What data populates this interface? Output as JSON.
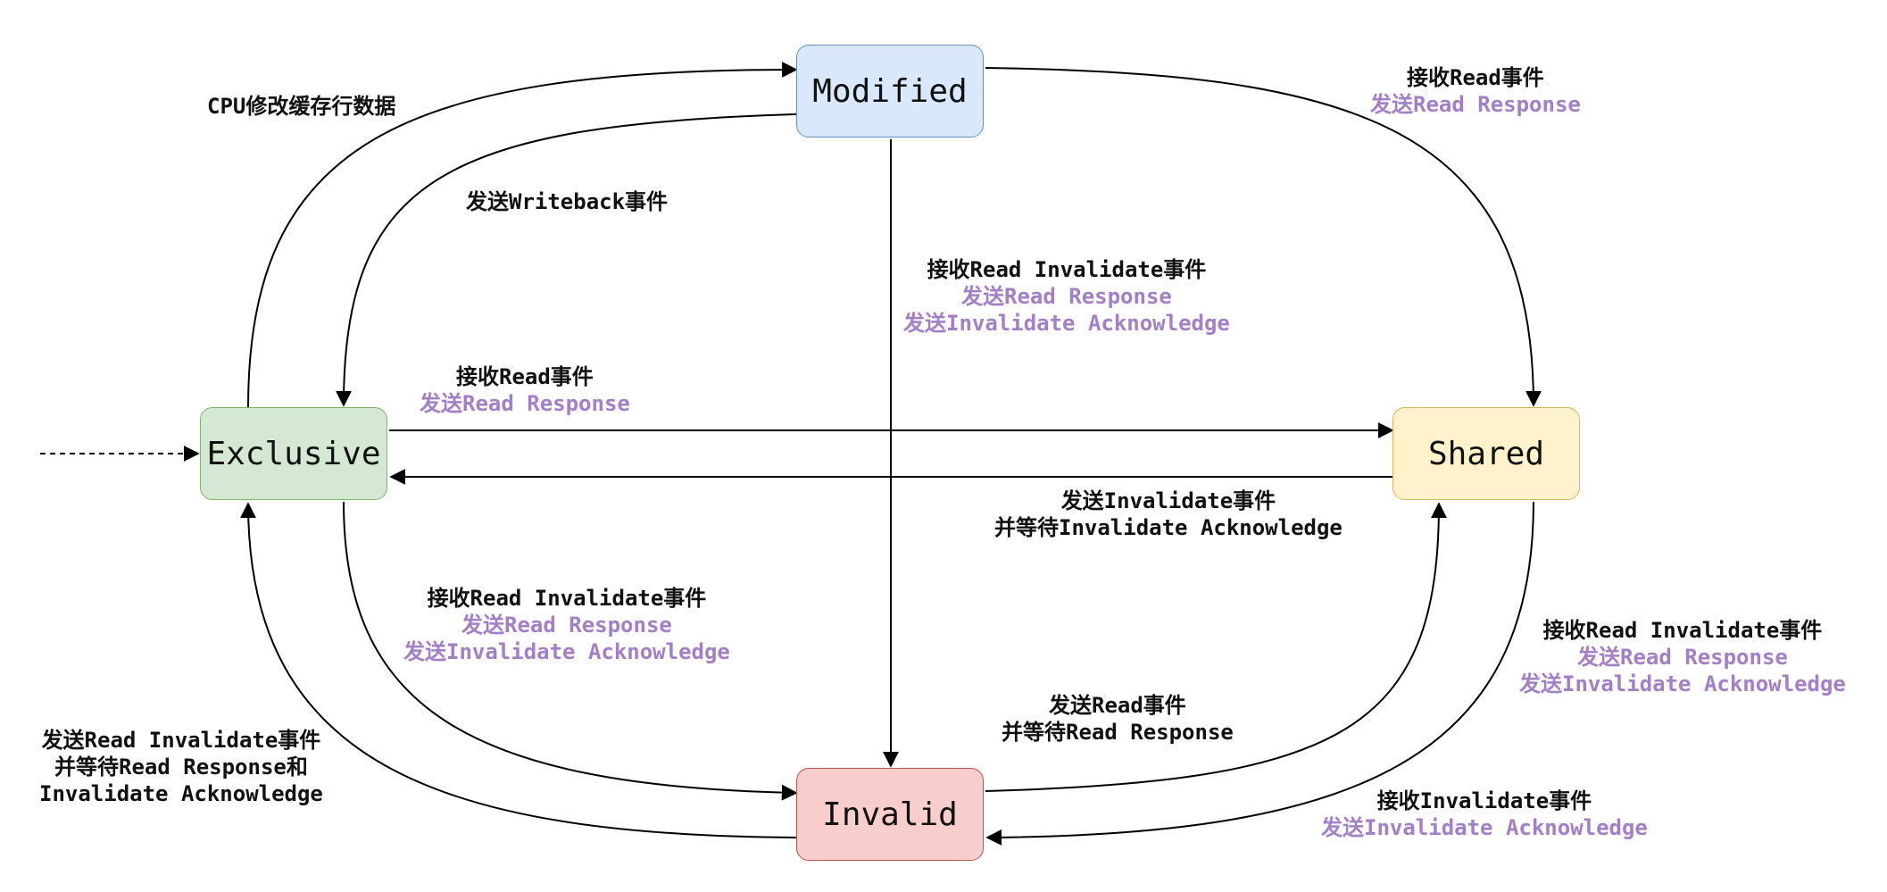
{
  "colors": {
    "modified": {
      "fill": "#dae8fc",
      "stroke": "#6c8ebf"
    },
    "exclusive": {
      "fill": "#d5e8d4",
      "stroke": "#82b366"
    },
    "shared": {
      "fill": "#fff2cc",
      "stroke": "#d6b656"
    },
    "invalid": {
      "fill": "#f8cecc",
      "stroke": "#b85450"
    },
    "primary_text": "#111111",
    "secondary_text": "#a27fc6",
    "edge": "#000000"
  },
  "states": {
    "modified": "Modified",
    "exclusive": "Exclusive",
    "shared": "Shared",
    "invalid": "Invalid"
  },
  "labels": {
    "cpu_modify": {
      "line1": "CPU修改缓存行数据"
    },
    "writeback": {
      "line1": "发送Writeback事件"
    },
    "m_to_s": {
      "line1": "接收Read事件",
      "line2": "发送Read Response"
    },
    "m_to_i": {
      "line1": "接收Read Invalidate事件",
      "line2": "发送Read Response",
      "line3": "发送Invalidate Acknowledge"
    },
    "e_to_s": {
      "line1": "接收Read事件",
      "line2": "发送Read Response"
    },
    "s_to_e": {
      "line1": "发送Invalidate事件",
      "line2": "并等待Invalidate Acknowledge"
    },
    "e_to_i": {
      "line1": "接收Read Invalidate事件",
      "line2": "发送Read Response",
      "line3": "发送Invalidate Acknowledge"
    },
    "i_to_e": {
      "line1": "发送Read Invalidate事件",
      "line2": "并等待Read Response和",
      "line3": "Invalidate Acknowledge"
    },
    "i_to_s": {
      "line1": "发送Read事件",
      "line2": "并等待Read Response"
    },
    "s_to_i_ri": {
      "line1": "接收Read Invalidate事件",
      "line2": "发送Read Response",
      "line3": "发送Invalidate Acknowledge"
    },
    "s_to_i_inv": {
      "line1": "接收Invalidate事件",
      "line2": "发送Invalidate Acknowledge"
    }
  }
}
